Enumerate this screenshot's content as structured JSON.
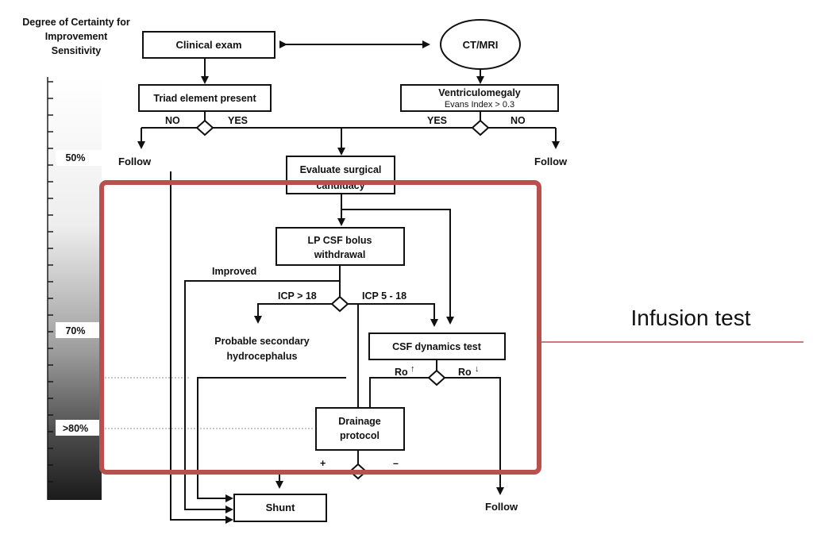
{
  "scale": {
    "title_line1": "Degree of Certainty for",
    "title_line2": "Improvement",
    "title_line3": "Sensitivity",
    "marks": [
      "50%",
      "70%",
      ">80%"
    ]
  },
  "nodes": {
    "clinical_exam": "Clinical exam",
    "ct_mri": "CT/MRI",
    "triad": "Triad element present",
    "ventriculomegaly": "Ventriculomegaly",
    "evans_index": "Evans Index > 0.3",
    "evaluate_line1": "Evaluate surgical",
    "evaluate_line2": "candidacy",
    "lp_line1": "LP CSF bolus",
    "lp_line2": "withdrawal",
    "csf_dynamics": "CSF dynamics test",
    "drainage_line1": "Drainage",
    "drainage_line2": "protocol",
    "shunt": "Shunt"
  },
  "labels": {
    "no_left": "NO",
    "yes_left": "YES",
    "yes_right": "YES",
    "no_right": "NO",
    "follow_left": "Follow",
    "follow_right": "Follow",
    "follow_bottom": "Follow",
    "improved": "Improved",
    "icp_high": "ICP > 18",
    "icp_mid": "ICP 5 - 18",
    "probable_line1": "Probable secondary",
    "probable_line2": "hydrocephalus",
    "ro_up": "Ro",
    "ro_down": "Ro",
    "plus": "+",
    "minus": "–"
  },
  "callout": {
    "label": "Infusion test",
    "color": "#b9504e"
  }
}
